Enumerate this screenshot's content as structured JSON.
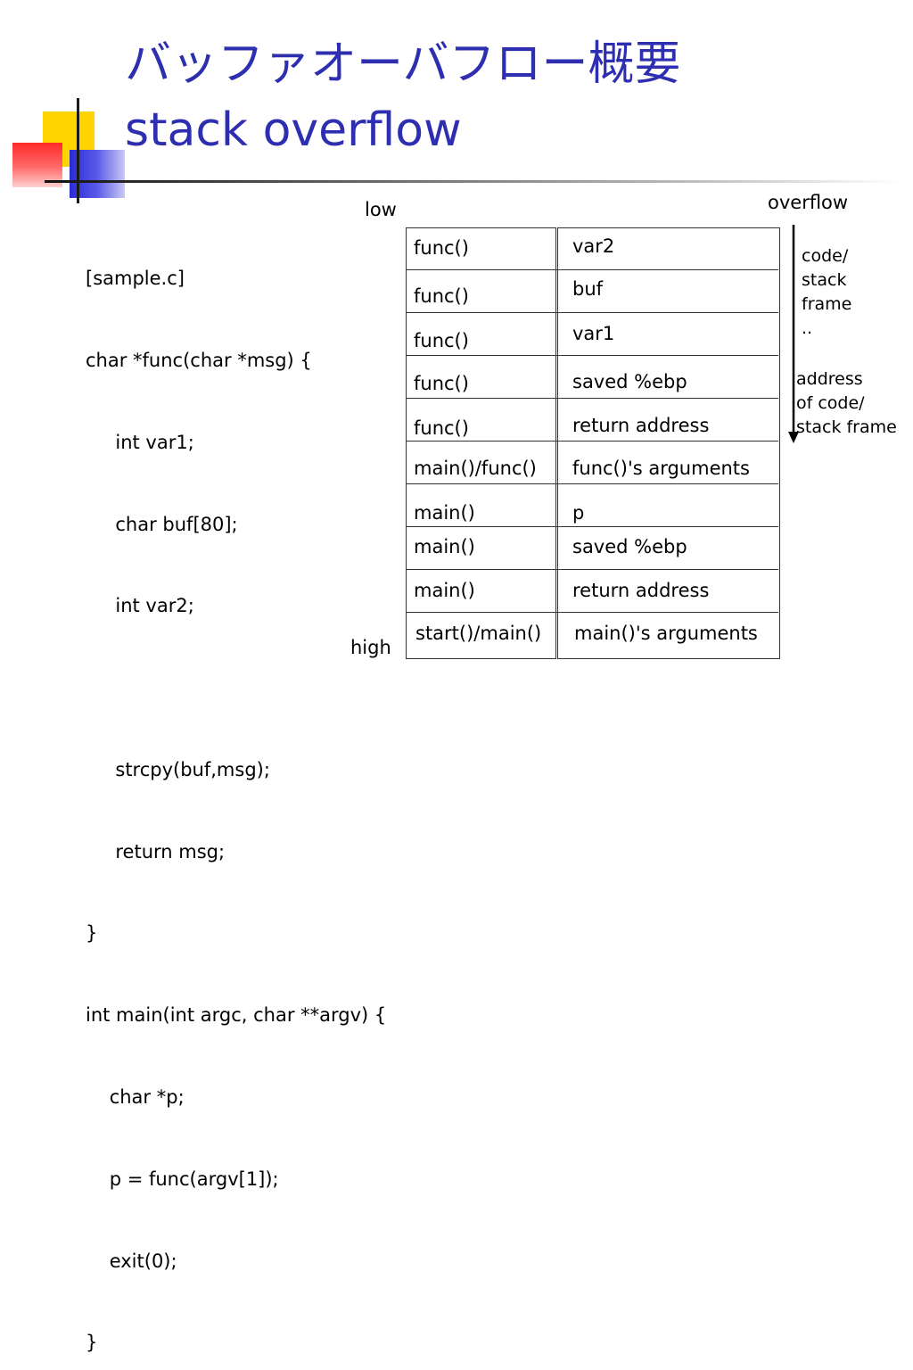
{
  "title": {
    "line1": "バッファオーバフロー概要",
    "line2": "stack overflow"
  },
  "code": {
    "lines": [
      "[sample.c]",
      "char *func(char *msg) {",
      "     int var1;",
      "     char buf[80];",
      "     int var2;",
      "",
      "     strcpy(buf,msg);",
      "     return msg;",
      "}",
      "int main(int argc, char **argv) {",
      "    char *p;",
      "    p = func(argv[1]);",
      "    exit(0);",
      "}"
    ]
  },
  "stack": {
    "low_label": "low",
    "high_label": "high",
    "rows": [
      {
        "owner": "func()",
        "content": "var2"
      },
      {
        "owner": "func()",
        "content": "buf"
      },
      {
        "owner": "func()",
        "content": "var1"
      },
      {
        "owner": "func()",
        "content": "saved %ebp"
      },
      {
        "owner": "func()",
        "content": "return address"
      },
      {
        "owner": "main()/func()",
        "content": "func()'s arguments"
      },
      {
        "owner": "main()",
        "content": "p"
      },
      {
        "owner": "main()",
        "content": "saved %ebp"
      },
      {
        "owner": "main()",
        "content": "return address"
      },
      {
        "owner": "start()/main()",
        "content": "main()'s arguments"
      }
    ]
  },
  "annotations": {
    "overflow": "overflow",
    "code_stack_frame": [
      "code/",
      "stack",
      "frame",
      ".."
    ],
    "address": [
      "address",
      "of code/",
      "stack frame"
    ]
  }
}
